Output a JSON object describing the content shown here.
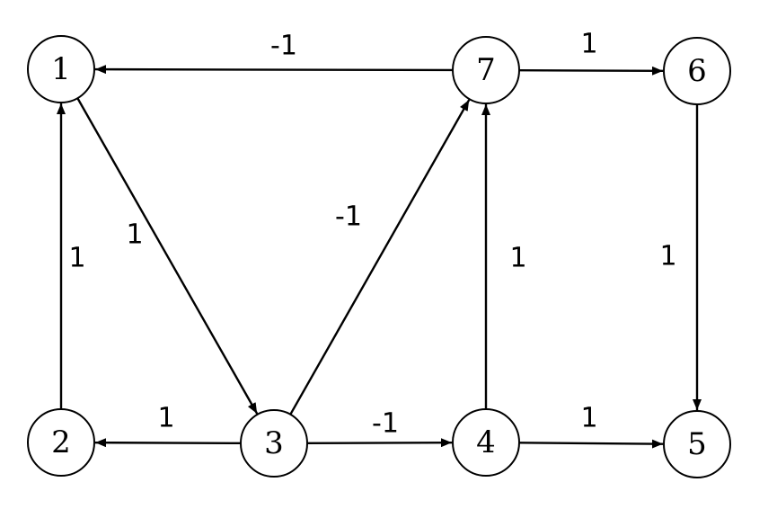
{
  "graph": {
    "nodes": [
      {
        "id": "1",
        "label": "1"
      },
      {
        "id": "2",
        "label": "2"
      },
      {
        "id": "3",
        "label": "3"
      },
      {
        "id": "4",
        "label": "4"
      },
      {
        "id": "5",
        "label": "5"
      },
      {
        "id": "6",
        "label": "6"
      },
      {
        "id": "7",
        "label": "7"
      }
    ],
    "edges": [
      {
        "from": "7",
        "to": "1",
        "weight": "-1"
      },
      {
        "from": "7",
        "to": "6",
        "weight": "1"
      },
      {
        "from": "1",
        "to": "3",
        "weight": "1"
      },
      {
        "from": "3",
        "to": "7",
        "weight": "-1"
      },
      {
        "from": "2",
        "to": "1",
        "weight": "1"
      },
      {
        "from": "4",
        "to": "7",
        "weight": "1"
      },
      {
        "from": "6",
        "to": "5",
        "weight": "1"
      },
      {
        "from": "3",
        "to": "2",
        "weight": "1"
      },
      {
        "from": "3",
        "to": "4",
        "weight": "-1"
      },
      {
        "from": "4",
        "to": "5",
        "weight": "1"
      }
    ]
  }
}
